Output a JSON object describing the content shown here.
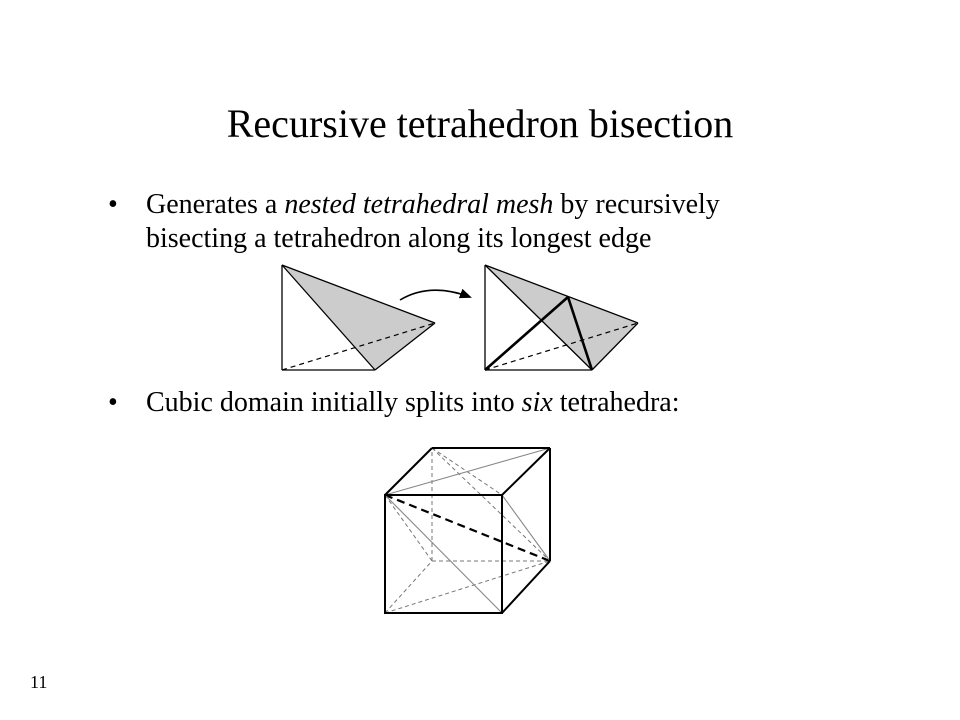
{
  "slide": {
    "title": "Recursive tetrahedron bisection",
    "page_number": "11"
  },
  "bullets": [
    {
      "marker": "•",
      "line1_before": "Generates a ",
      "line1_emphasis": "nested tetrahedral mesh",
      "line1_after": " by recursively",
      "line2": "bisecting a tetrahedron along its longest edge"
    },
    {
      "marker": "•",
      "before": "Cubic domain initially splits into ",
      "emphasis": "six",
      "after": " tetrahedra:"
    }
  ],
  "colors": {
    "face_fill": "#cccccc",
    "stroke": "#000000",
    "hidden_stroke": "#888888"
  }
}
